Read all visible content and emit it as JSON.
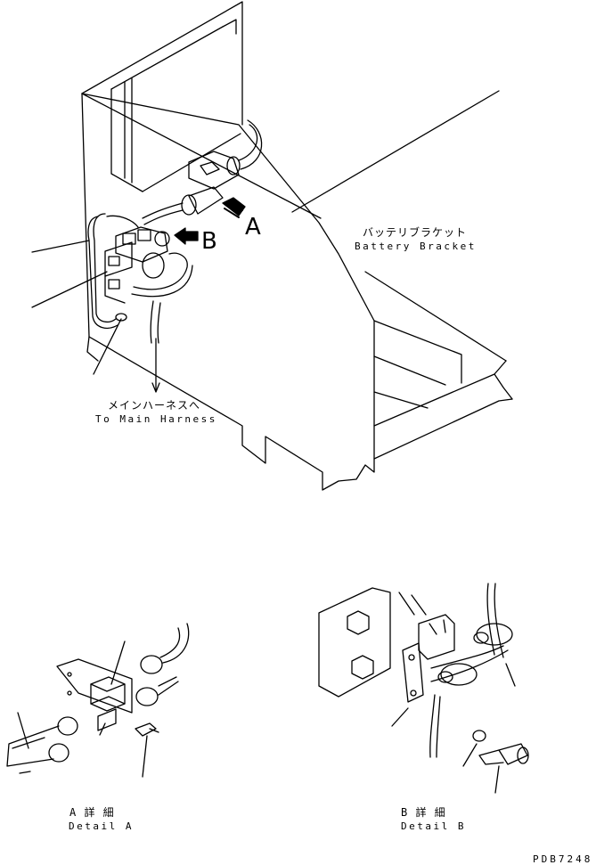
{
  "callouts": {
    "view_a": "A",
    "view_b": "B"
  },
  "battery_bracket": {
    "ja": "バッテリブラケット",
    "en": "Battery Bracket"
  },
  "main_harness": {
    "ja": "メインハーネスへ",
    "en": "To Main Harness"
  },
  "detail_a": {
    "ja": "A 詳 細",
    "en": "Detail A"
  },
  "detail_b": {
    "ja": "B 詳 細",
    "en": "Detail B"
  },
  "drawing_code": "PDB7248"
}
